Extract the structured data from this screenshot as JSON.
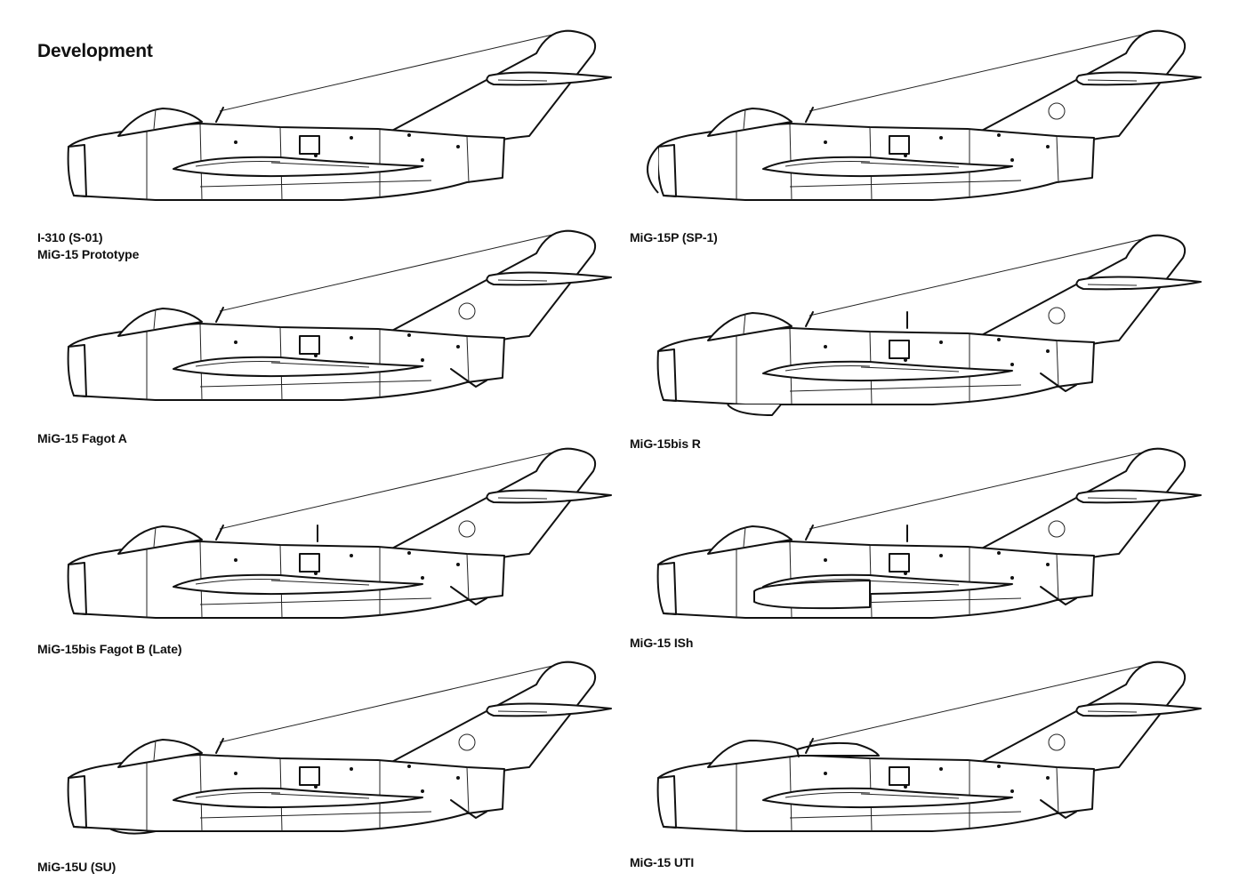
{
  "page": {
    "heading": "Development"
  },
  "profiles": [
    {
      "id": "i310",
      "lines": [
        "I-310 (S-01)",
        "MiG-15 Prototype"
      ],
      "variant": {
        "nose": "plain",
        "fence": false,
        "pod": false,
        "ventral": false,
        "cockpit": "single",
        "gunpod": false,
        "tailDot": false
      }
    },
    {
      "id": "mig15p",
      "lines": [
        "MiG-15P (SP-1)"
      ],
      "variant": {
        "nose": "radome",
        "fence": false,
        "pod": false,
        "ventral": false,
        "cockpit": "single",
        "gunpod": false,
        "tailDot": true
      }
    },
    {
      "id": "fagotA",
      "lines": [
        "MiG-15 Fagot A"
      ],
      "variant": {
        "nose": "plain",
        "fence": false,
        "pod": false,
        "ventral": true,
        "cockpit": "single",
        "gunpod": false,
        "tailDot": true
      }
    },
    {
      "id": "bisR",
      "lines": [
        "MiG-15bis R"
      ],
      "variant": {
        "nose": "plain",
        "fence": true,
        "pod": true,
        "ventral": true,
        "cockpit": "single",
        "gunpod": false,
        "tailDot": true
      }
    },
    {
      "id": "bisLate",
      "lines": [
        "MiG-15bis Fagot B (Late)"
      ],
      "variant": {
        "nose": "plain",
        "fence": true,
        "pod": false,
        "ventral": true,
        "cockpit": "single",
        "gunpod": false,
        "tailDot": true
      }
    },
    {
      "id": "ish",
      "lines": [
        "MiG-15 ISh"
      ],
      "variant": {
        "nose": "plain",
        "fence": true,
        "pod": false,
        "ventral": true,
        "cockpit": "single",
        "gunpod": true,
        "tailDot": true
      }
    },
    {
      "id": "su",
      "lines": [
        "MiG-15U (SU)"
      ],
      "variant": {
        "nose": "chin",
        "fence": false,
        "pod": false,
        "ventral": true,
        "cockpit": "single",
        "gunpod": false,
        "tailDot": true
      }
    },
    {
      "id": "uti",
      "lines": [
        "MiG-15 UTI"
      ],
      "variant": {
        "nose": "plain",
        "fence": false,
        "pod": false,
        "ventral": true,
        "cockpit": "double",
        "gunpod": false,
        "tailDot": true
      }
    }
  ]
}
